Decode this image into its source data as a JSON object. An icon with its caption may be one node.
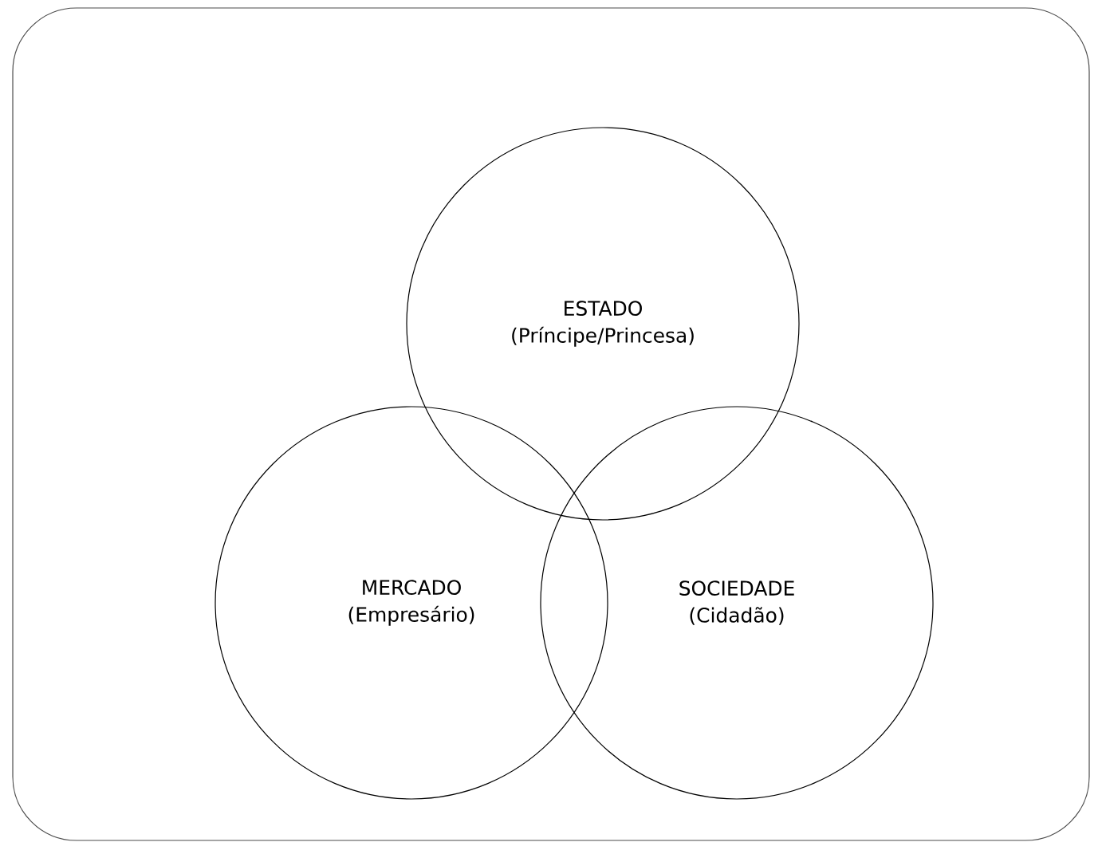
{
  "diagram": {
    "nodes": [
      {
        "text": [
          "ESTADO",
          "(Príncipe/Princesa)"
        ]
      },
      {
        "text": [
          "MERCADO",
          "(Empresário)"
        ]
      },
      {
        "text": [
          "SOCIEDADE",
          "(Cidadão)"
        ]
      }
    ]
  }
}
